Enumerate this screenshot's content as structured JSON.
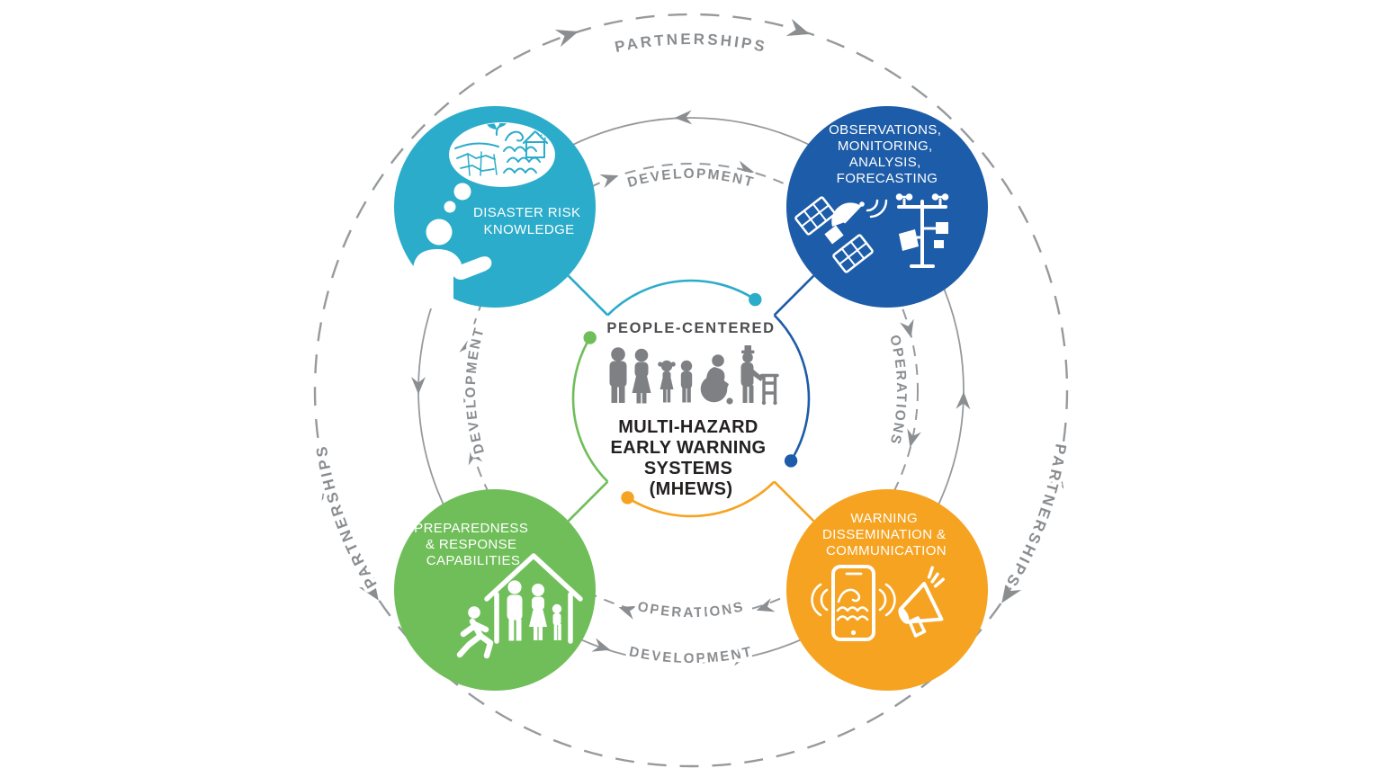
{
  "center": {
    "people_centered": "PEOPLE-CENTERED",
    "title_lines": [
      "MULTI-HAZARD",
      "EARLY WARNING",
      "SYSTEMS",
      "(MHEWS)"
    ]
  },
  "circles": {
    "disaster_risk": {
      "lines": [
        "DISASTER RISK",
        "KNOWLEDGE"
      ],
      "color": "#2bacca",
      "icon": "person-thinking-hazard-globe"
    },
    "observations": {
      "lines": [
        "OBSERVATIONS,",
        "MONITORING,",
        "ANALYSIS,",
        "FORECASTING"
      ],
      "color": "#1d5ca8",
      "icon": "satellite-weather-station"
    },
    "preparedness": {
      "lines": [
        "PREPAREDNESS",
        "& RESPONSE",
        "CAPABILITIES"
      ],
      "color": "#70be59",
      "icon": "evacuation-family-house"
    },
    "warning": {
      "lines": [
        "WARNING",
        "DISSEMINATION &",
        "COMMUNICATION"
      ],
      "color": "#f6a321",
      "icon": "phone-megaphone"
    }
  },
  "rings": {
    "partnerships": "PARTNERSHIPS",
    "development": "DEVELOPMENT",
    "operations": "OPERATIONS"
  },
  "style": {
    "ring_gray": "#979a9d",
    "label_gray": "#8a8d90",
    "people_gray": "#7e8083"
  }
}
